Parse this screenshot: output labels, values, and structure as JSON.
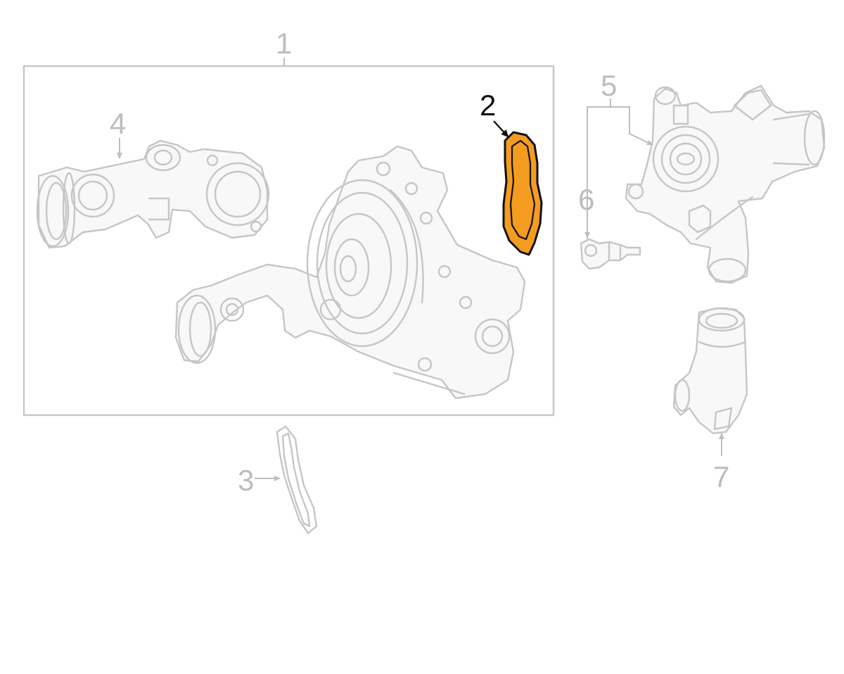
{
  "colors": {
    "highlight_fill": "#F39C1F",
    "highlight_stroke": "#111111",
    "part_stroke": "#C6C6C6",
    "label_inactive": "#BDBDBD",
    "label_active": "#111111"
  },
  "callouts": {
    "c1": "1",
    "c2": "2",
    "c3": "3",
    "c4": "4",
    "c5": "5",
    "c6": "6",
    "c7": "7"
  },
  "highlighted_part": "2"
}
